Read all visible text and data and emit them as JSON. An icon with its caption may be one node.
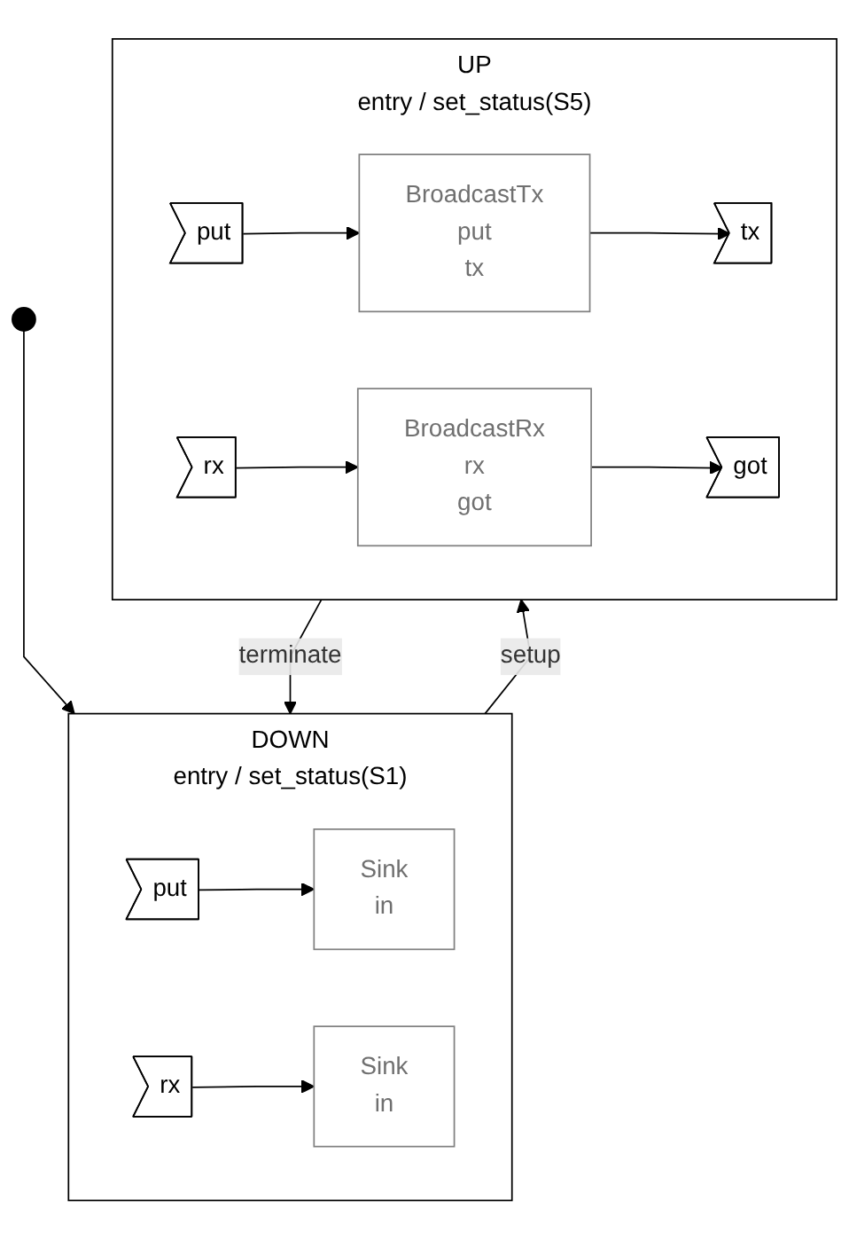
{
  "diagram": {
    "nodes": [
      {
        "text": [],
        "shape": "circle"
      },
      {
        "text": [
          "DOWN",
          "entry / set_status(S1)"
        ]
      },
      {
        "text": [
          "put"
        ],
        "in": 1
      },
      {
        "text": [
          "Sink",
          "in"
        ],
        "in": 1
      },
      {
        "text": [
          "rx"
        ],
        "in": 1
      },
      {
        "text": [
          "Sink",
          "in"
        ],
        "in": 1
      },
      {
        "text": [
          "UP",
          "entry / set_status(S5)"
        ]
      },
      {
        "text": [
          "put"
        ],
        "in": 6
      },
      {
        "text": [
          "BroadcastTx",
          "put",
          "tx"
        ],
        "in": 6
      },
      {
        "text": [
          "tx"
        ],
        "in": 6
      },
      {
        "text": [
          "rx"
        ],
        "in": 6
      },
      {
        "text": [
          "BroadcastRx",
          "rx",
          "got"
        ],
        "in": 6
      },
      {
        "text": [
          "got"
        ],
        "in": 6
      }
    ],
    "edges": [
      {
        "from": 0,
        "to": 1,
        "arrow": "to"
      },
      {
        "from": 2,
        "to": 3,
        "arrow": "to"
      },
      {
        "from": 4,
        "to": 5,
        "arrow": "to"
      },
      {
        "from": 1,
        "to": 6,
        "arrow": "to",
        "label": "setup"
      },
      {
        "from": 6,
        "to": 1,
        "arrow": "to",
        "label": "terminate"
      },
      {
        "from": 7,
        "to": 8,
        "arrow": "to"
      },
      {
        "from": 8,
        "to": 9,
        "arrow": "to"
      },
      {
        "from": 10,
        "to": 11,
        "arrow": "to"
      },
      {
        "from": 11,
        "to": 12,
        "arrow": "to"
      }
    ]
  }
}
